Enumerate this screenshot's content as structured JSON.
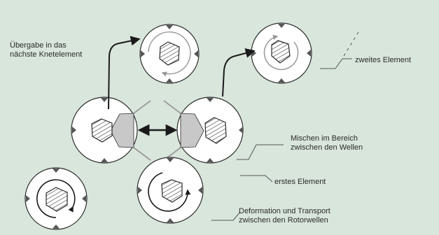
{
  "labels": {
    "transfer_next": "Übergabe in das\nnächste Knetelement",
    "second_element": "zweites Element",
    "mixing": "Mischen im Bereich\nzwischen den Wellen",
    "first_element": "erstes Element",
    "deformation": "Deformation und Transport\nzwischen den Rotorwellen"
  },
  "colors": {
    "background": "#d9e6db",
    "disk_fill": "#ffffff",
    "stroke": "#2b2b2b",
    "grey_zone": "#c8c8c8",
    "light_arrow": "#9a9a9a"
  }
}
